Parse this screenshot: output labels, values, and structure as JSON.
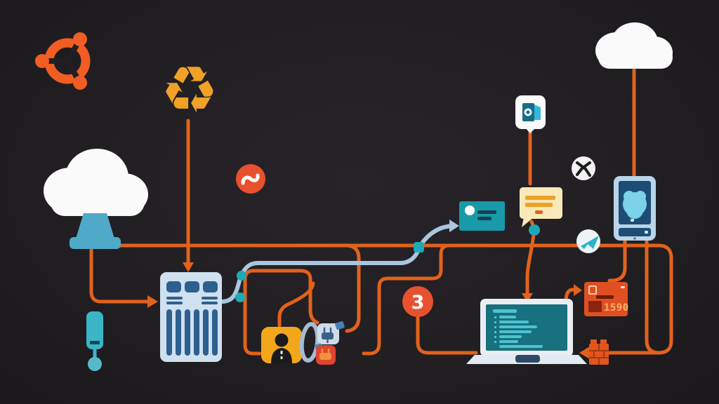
{
  "scene": {
    "description": "flat-design technology integration network illustration on dark background",
    "background": "#221f23",
    "colors": {
      "orange_connector": "#e2621b",
      "blue_connector": "#a9c6de",
      "junction_teal": "#1fa9b5",
      "ubuntu_orange": "#f15d22",
      "recycle_gold": "#f0a126",
      "cloud_white": "#fafafa",
      "funnel_blue": "#4fa9c9",
      "server_body": "#cfe0ef",
      "server_detail": "#2d5f8f",
      "badge_red": "#e8512e",
      "card_teal": "#189aa8",
      "bubble_yellow": "#fae9b8",
      "laptop_screen_teal": "#17717e",
      "code_line_teal": "#4fc3cf",
      "register_red": "#df4f22",
      "person_gold": "#f2a71b",
      "phone_screen_navy": "#1d4d74",
      "phone_blob_teal": "#7cd2e6"
    }
  },
  "badges": {
    "step_number": "3",
    "register_display": "1590"
  },
  "icons": {
    "recycle_glyph": "♻",
    "names": [
      "ubuntu-logo",
      "recycle-icon",
      "cloud-left",
      "upload-funnel",
      "server-rack",
      "sync-squiggle-badge",
      "contact-card",
      "chat-bubble",
      "mail-app-badge",
      "x-pinwheel-circle",
      "send-plane-circle",
      "cloud-right",
      "smartphone-ai",
      "laptop-code",
      "payment-terminal",
      "step-badge",
      "user-badge",
      "cable-loop",
      "plug-tile",
      "power-tile",
      "locator-pin",
      "firewall-brick"
    ]
  }
}
